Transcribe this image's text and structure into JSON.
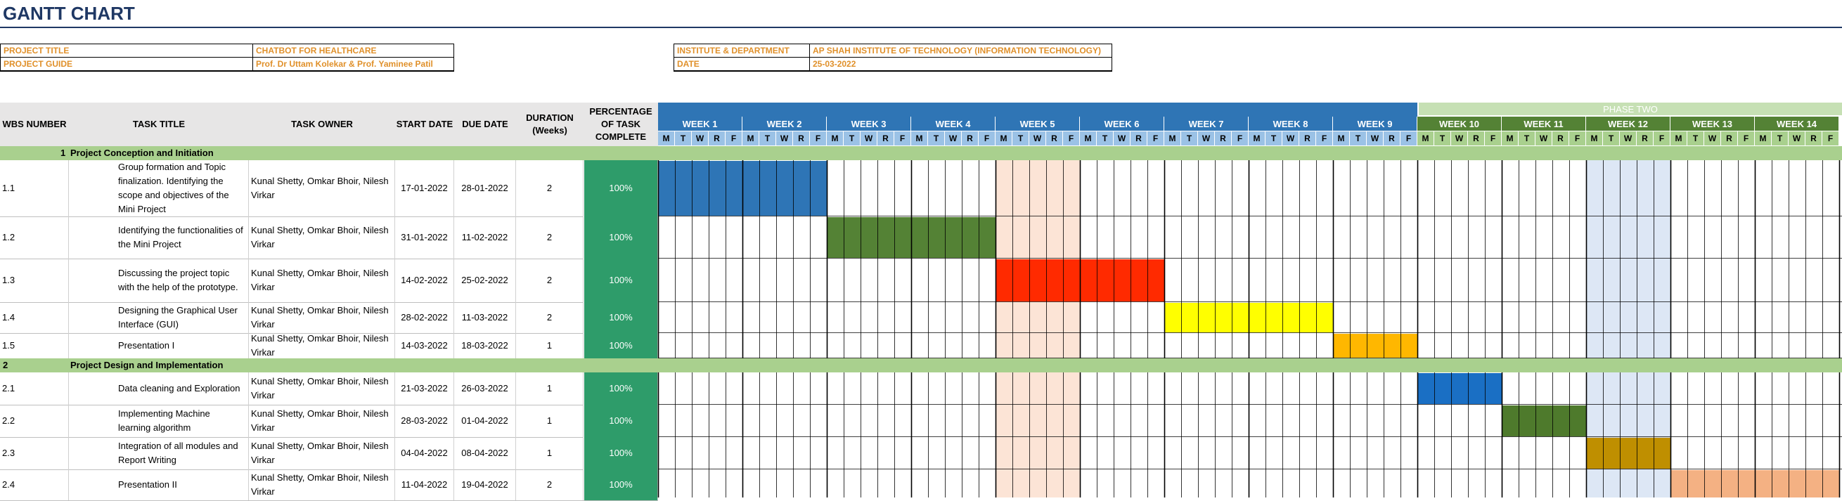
{
  "title": "GANTT CHART",
  "project_info": {
    "project_title_label": "PROJECT TITLE",
    "project_title": "CHATBOT FOR HEALTHCARE",
    "project_guide_label": "PROJECT GUIDE",
    "project_guide": "Prof. Dr Uttam Kolekar & Prof. Yaminee Patil",
    "institute_label": "INSTITUTE & DEPARTMENT",
    "institute": "AP SHAH INSTITUTE OF TECHNOLOGY (INFORMATION TECHNOLOGY)",
    "date_label": "DATE",
    "date": "25-03-2022"
  },
  "columns": {
    "wbs": "WBS NUMBER",
    "task_title": "TASK TITLE",
    "task_owner": "TASK OWNER",
    "start_date": "START DATE",
    "due_date": "DUE DATE",
    "duration": "DURATION (Weeks)",
    "percentage": "PERCENTAGE OF TASK COMPLETE"
  },
  "phase_two_label": "PHASE TWO",
  "weeks": [
    "WEEK 1",
    "WEEK 2",
    "WEEK 3",
    "WEEK 4",
    "WEEK 5",
    "WEEK 6",
    "WEEK 7",
    "WEEK 8",
    "WEEK 9",
    "WEEK 10",
    "WEEK 11",
    "WEEK 12",
    "WEEK 13",
    "WEEK 14"
  ],
  "days": [
    "M",
    "T",
    "W",
    "R",
    "F"
  ],
  "colors": {
    "phase1_week": "#2f75b5",
    "phase1_day": "#9bc2e6",
    "phase2_week": "#548235",
    "phase2_day": "#a9d08e",
    "phase2_bar": "#1f4e79",
    "phase2_top": "#c6e0b4",
    "phase_row": "#a9d08e",
    "pct_cell": "#2e9c6a",
    "highlight_week5": "#fce4d6",
    "highlight_week12": "#dde7f5"
  },
  "highlight_weeks": [
    {
      "week": 5,
      "color": "#fce4d6"
    },
    {
      "week": 12,
      "color": "#dde7f5"
    }
  ],
  "phases": [
    {
      "number": "1",
      "name": "Project Conception and Initiation",
      "tasks": [
        {
          "wbs": "1.1",
          "title": "Group formation and Topic finalization. Identifying the scope and objectives of the Mini Project",
          "owner": "Kunal Shetty, Omkar Bhoir, Nilesh Virkar",
          "start": "17-01-2022",
          "due": "28-01-2022",
          "duration": "2",
          "pct": "100%",
          "bar_start_week": 1,
          "bar_weeks": 2,
          "color": "#2e75b6"
        },
        {
          "wbs": "1.2",
          "title": "Identifying the functionalities of the Mini Project",
          "owner": "Kunal Shetty, Omkar Bhoir, Nilesh Virkar",
          "start": "31-01-2022",
          "due": "11-02-2022",
          "duration": "2",
          "pct": "100%",
          "bar_start_week": 3,
          "bar_weeks": 2,
          "color": "#548235"
        },
        {
          "wbs": "1.3",
          "title": "Discussing the project topic with the help of the prototype.",
          "owner": "Kunal Shetty, Omkar Bhoir, Nilesh Virkar",
          "start": "14-02-2022",
          "due": "25-02-2022",
          "duration": "2",
          "pct": "100%",
          "bar_start_week": 5,
          "bar_weeks": 2,
          "color": "#ff2a00"
        },
        {
          "wbs": "1.4",
          "title": "Designing the Graphical User Interface (GUI)",
          "owner": "Kunal Shetty, Omkar Bhoir, Nilesh Virkar",
          "start": "28-02-2022",
          "due": "11-03-2022",
          "duration": "2",
          "pct": "100%",
          "bar_start_week": 7,
          "bar_weeks": 2,
          "color": "#ffff00"
        },
        {
          "wbs": "1.5",
          "title": "Presentation I",
          "owner": "Kunal Shetty, Omkar Bhoir, Nilesh Virkar",
          "start": "14-03-2022",
          "due": "18-03-2022",
          "duration": "1",
          "pct": "100%",
          "bar_start_week": 9,
          "bar_weeks": 1,
          "color": "#ffb700"
        }
      ]
    },
    {
      "number": "2",
      "name": "Project Design and Implementation",
      "tasks": [
        {
          "wbs": "2.1",
          "title": "Data cleaning and Exploration",
          "owner": "Kunal Shetty, Omkar Bhoir, Nilesh Virkar",
          "start": "21-03-2022",
          "due": "26-03-2022",
          "duration": "1",
          "pct": "100%",
          "bar_start_week": 10,
          "bar_weeks": 1,
          "color": "#1a6fc4"
        },
        {
          "wbs": "2.2",
          "title": "Implementing Machine learning algorithm",
          "owner": "Kunal Shetty, Omkar Bhoir, Nilesh Virkar",
          "start": "28-03-2022",
          "due": "01-04-2022",
          "duration": "1",
          "pct": "100%",
          "bar_start_week": 11,
          "bar_weeks": 1,
          "color": "#4e7a2c"
        },
        {
          "wbs": "2.3",
          "title": "Integration of all modules and Report Writing",
          "owner": "Kunal Shetty, Omkar Bhoir, Nilesh Virkar",
          "start": "04-04-2022",
          "due": "08-04-2022",
          "duration": "1",
          "pct": "100%",
          "bar_start_week": 12,
          "bar_weeks": 1,
          "color": "#bf8f00"
        },
        {
          "wbs": "2.4",
          "title": "Presentation II",
          "owner": "Kunal Shetty, Omkar Bhoir, Nilesh Virkar",
          "start": "11-04-2022",
          "due": "19-04-2022",
          "duration": "2",
          "pct": "100%",
          "bar_start_week": 13,
          "bar_weeks": 2,
          "color": "#f4b183"
        }
      ]
    }
  ]
}
